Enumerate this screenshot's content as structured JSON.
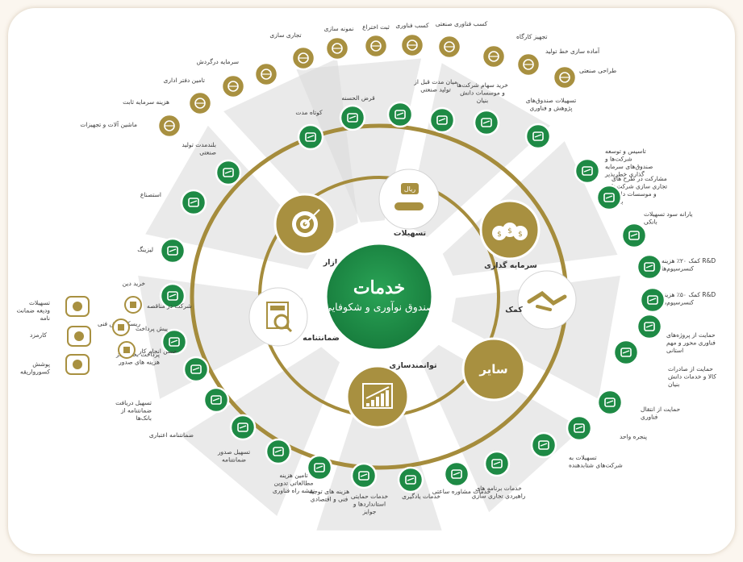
{
  "colors": {
    "green": "#1e8a45",
    "gold": "#a89040",
    "ring": "#a58c3c",
    "spoke": "#d9d9d9"
  },
  "center": {
    "title": "خدمات",
    "subtitle": "صندوق نوآوری و شکوفایی"
  },
  "main_categories": [
    {
      "label": "تسهیلات",
      "icon": "hand-coin-icon",
      "badge": "ریال"
    },
    {
      "label": "سرمایه گذاری",
      "icon": "money-bags-icon"
    },
    {
      "label": "کمک",
      "icon": "handshake-icon"
    },
    {
      "label": "سایر",
      "icon": "other-icon"
    },
    {
      "label": "توانمندسازی",
      "icon": "growth-chart-icon"
    },
    {
      "label": "ضمانتنامه",
      "icon": "guarantee-doc-icon"
    },
    {
      "label": "توسعه بازار",
      "icon": "target-icon"
    }
  ],
  "outer_green": [
    {
      "label": "کوتاه مدت",
      "icon": "coin-hand-icon"
    },
    {
      "label": "قرض الحسنه",
      "icon": "cash-stack-icon"
    },
    {
      "label": "میان مدت قبل از تولید صنعتی",
      "icon": "person-shield-icon"
    },
    {
      "label": "خرید سهام شرکت‌ها و موسسات دانش بنیان",
      "icon": "rising-bars-icon"
    },
    {
      "label": "تسهیلات صندوق‌های پژوهش و فناوری",
      "icon": "house-check-icon"
    },
    {
      "label": "تاسیس و توسعه شرکت‌ها و صندوق‌های سرمایه گذاری خطرپذیر",
      "icon": "building-icon"
    },
    {
      "label": "مشارکت در طرح های تجاری سازی شرکت‌ها و موسسات دانش بنیان",
      "icon": "building-money-icon"
    },
    {
      "label": "یارانه سود تسهیلات بانکی",
      "icon": "umbrella-icon"
    },
    {
      "label": "کمک ۲۰٪ هزینه R&D کنسرسیوم‌ها",
      "icon": "money-bag-20-icon"
    },
    {
      "label": "کمک ۵۰٪ هزینه R&D کنسرسیوم‌ها",
      "icon": "money-bag-50-icon"
    },
    {
      "label": "حمایت از پروژه‌های فناوری محور و مهم استانی",
      "icon": "map-iran-icon"
    },
    {
      "label": "حمایت از صادرات کالا و خدمات دانش بنیان",
      "icon": "export-icon"
    },
    {
      "label": "حمایت از انتقال فناوری",
      "icon": "arrows-out-icon"
    },
    {
      "label": "پنجره واحد",
      "icon": "people-window-icon"
    },
    {
      "label": "تسهیلات به شرکت‌های شتابدهنده",
      "icon": "cash-icon"
    },
    {
      "label": "خدمات برنامه های راهبردی تجاری سازی",
      "icon": "group-icon"
    },
    {
      "label": "خدمات مشاوره ساعتی",
      "icon": "coin-people-icon"
    },
    {
      "label": "خدمات یادگیری",
      "icon": "people-meeting-icon"
    },
    {
      "label": "خدمات حمایتی استانداردها و جوایز",
      "icon": "presentation-icon"
    },
    {
      "label": "هزینه های توجیه فنی و اقتصادی",
      "icon": "iso-icon"
    },
    {
      "label": "تامین هزینه مطالعاتی تدوین نقشه راه فناوری",
      "icon": "coin-cycle-icon"
    },
    {
      "label": "تسهیل صدور ضمانتنامه",
      "icon": "percent-doc-icon"
    },
    {
      "label": "ضمانتنامه اعتباری",
      "icon": "printer-icon"
    },
    {
      "label": "تسهیل دریافت ضمانتنامه از بانک‌ها",
      "icon": "phone-doc-icon"
    },
    {
      "label": "پرداخت بخشی از هزینه های صدور",
      "icon": "stack-money-icon"
    },
    {
      "label": "ریسک دانش فنی",
      "icon": "person-card-icon"
    },
    {
      "label": "خرید دین",
      "icon": "bar-up-icon"
    },
    {
      "label": "لیزینگ",
      "icon": "crossed-arrows-icon"
    },
    {
      "label": "استصناع",
      "icon": "handshake-small-icon"
    },
    {
      "label": "بلندمدت تولید صنعتی",
      "icon": "factory-icon"
    }
  ],
  "outer_gold": [
    {
      "label": "ماشین آلات و تجهیزات",
      "icon": "tractor-icon"
    },
    {
      "label": "هزینه سرمایه ثابت",
      "icon": "money-bag-gold-icon"
    },
    {
      "label": "تامین دفتر اداری",
      "icon": "people-pyramid-icon"
    },
    {
      "label": "سرمایه درگردش",
      "icon": "hand-coins-icon"
    },
    {
      "label": "تجاری سازی",
      "icon": "handshake-gold-icon"
    },
    {
      "label": "نمونه سازی",
      "icon": "paper-plane-icon"
    },
    {
      "label": "ثبت اختراع",
      "icon": "bulb-icon"
    },
    {
      "label": "کسب فناوری",
      "icon": "globe-icon"
    },
    {
      "label": "کسب فناوری صنعتی",
      "icon": "world-icon"
    },
    {
      "label": "تجهیز کارگاه",
      "icon": "hammer-wrench-icon"
    },
    {
      "label": "آماده سازی خط تولید",
      "icon": "production-line-icon"
    },
    {
      "label": "طراحی صنعتی",
      "icon": "gear-hand-icon"
    }
  ],
  "guarantee_sub": [
    {
      "label": "شرکت در مناقصه",
      "icon": "auction-icon"
    },
    {
      "label": "پیش پرداخت",
      "icon": "prepay-icon"
    },
    {
      "label": "حسن انجام کار",
      "icon": "checklist-icon"
    }
  ],
  "guarantee_tertiary": [
    {
      "label": "تسهیلات ودیعه ضمانت نامه",
      "icon": "hand-cash-icon"
    },
    {
      "label": "کارمزد",
      "icon": "coins-icon"
    },
    {
      "label": "پوشش کسورواریقه",
      "icon": "truck-icon"
    }
  ]
}
